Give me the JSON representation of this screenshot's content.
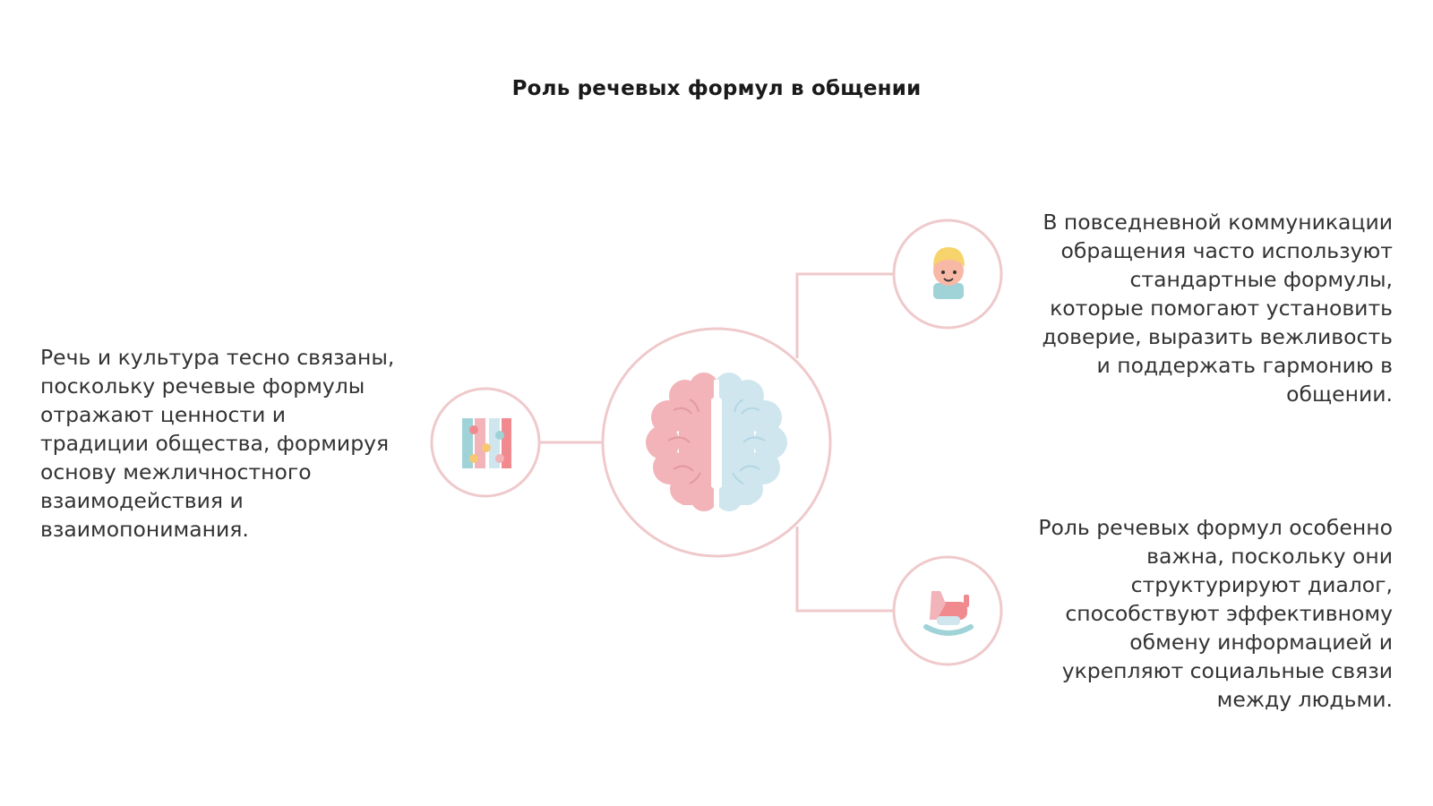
{
  "title": "Роль речевых формул в общении",
  "left_text": "Речь и культура тесно связаны, поскольку речевые формулы отражают ценности и традиции общества, формируя основу межличностного взаимодействия и взаимопонимания.",
  "right_top_text": "В повседневной коммуникации обращения часто используют стандартные формулы, которые помогают установить доверие, выразить вежливость и поддержать гармонию в общении.",
  "right_bottom_text": "Роль речевых формул особенно важна, поскольку они структурируют диалог, способствуют эффективному обмену информацией и укрепляют социальные связи между людьми.",
  "icons": {
    "center": "brain-icon",
    "left": "puzzle-icon",
    "right_top": "child-face-icon",
    "right_bottom": "rocking-horse-icon"
  },
  "colors": {
    "line": "#efc9cb",
    "circle_border": "#efc9cb",
    "pink": "#f2b3b9",
    "blue": "#cfe6ef"
  }
}
